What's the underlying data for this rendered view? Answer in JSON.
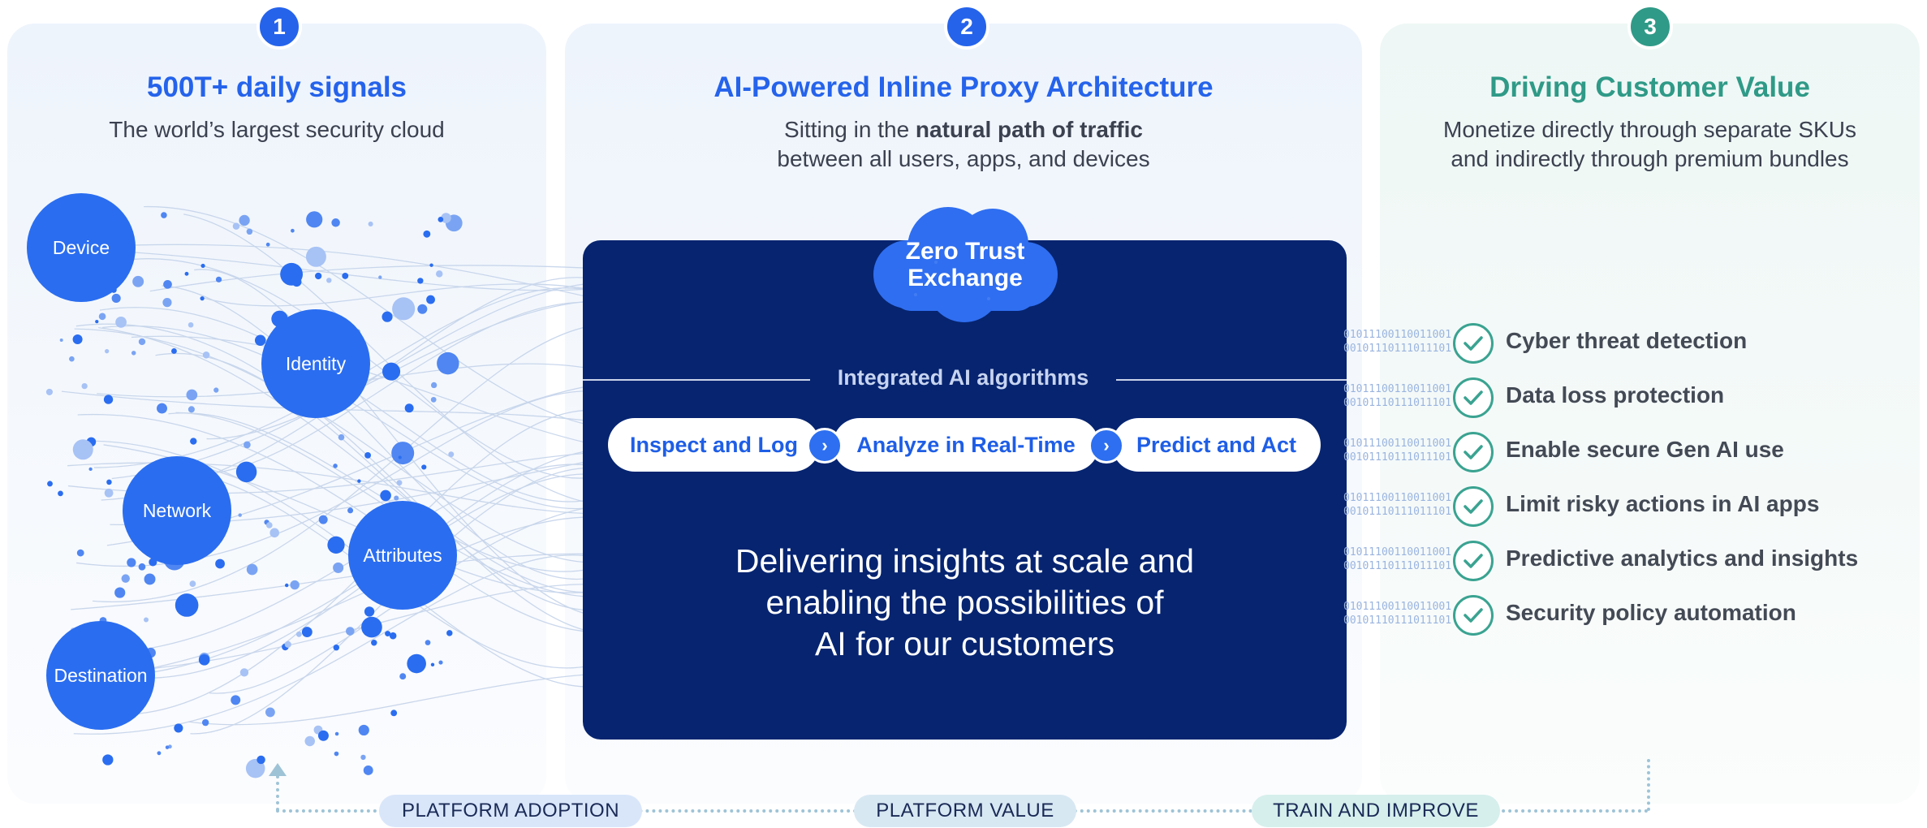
{
  "columns": [
    {
      "number": "1",
      "title": "500T+ daily signals",
      "subtitle": "The world’s largest security cloud",
      "color": "#2563eb"
    },
    {
      "number": "2",
      "title": "AI-Powered Inline Proxy Architecture",
      "subtitle_plain": "Sitting in the ",
      "subtitle_bold": "natural path of traffic",
      "subtitle_line2": "between all users, apps, and devices",
      "color": "#2563eb"
    },
    {
      "number": "3",
      "title": "Driving Customer Value",
      "subtitle_line1": "Monetize directly through separate SKUs",
      "subtitle_line2": "and indirectly through premium bundles",
      "color": "#2f9a87"
    }
  ],
  "signals": [
    "Device",
    "Identity",
    "Network",
    "Attributes",
    "Destination"
  ],
  "cloud": {
    "line1": "Zero Trust",
    "line2": "Exchange"
  },
  "algorithms_label": "Integrated AI algorithms",
  "steps": [
    "Inspect and Log",
    "Analyze in Real-Time",
    "Predict and Act"
  ],
  "step_arrow_icon": "chevron-right-icon",
  "headline": [
    "Delivering insights at scale and",
    "enabling the possibilities of",
    "AI for our customers"
  ],
  "binary_lines": [
    "01011100110011001",
    "00101110111011101"
  ],
  "outcomes": [
    "Cyber threat detection",
    "Data loss protection",
    "Enable secure Gen AI use",
    "Limit risky actions in AI apps",
    "Predictive analytics and insights",
    "Security policy automation"
  ],
  "check_icon": "check-circle-icon",
  "loop": [
    "PLATFORM ADOPTION",
    "PLATFORM VALUE",
    "TRAIN AND IMPROVE"
  ],
  "colors": {
    "blue": "#2563eb",
    "navy": "#062470",
    "teal": "#2f9a87",
    "cloud": "#2f6ef0"
  }
}
